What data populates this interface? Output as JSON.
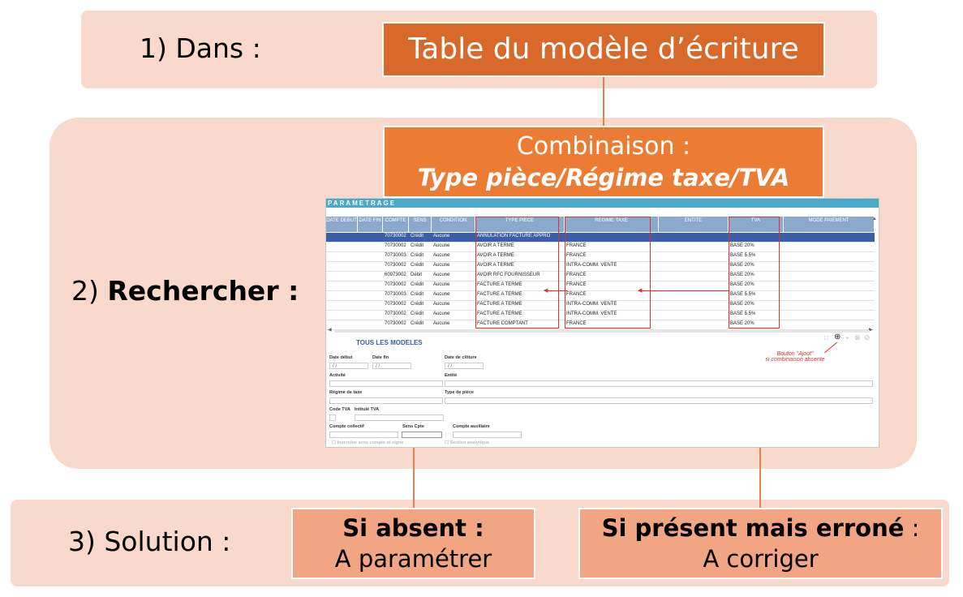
{
  "steps": {
    "step1": "1) Dans :",
    "step2_prefix": "2) ",
    "step2_bold": "Rechercher :",
    "step3": "3) Solution :"
  },
  "boxes": {
    "table_label": "Table du modèle d’écriture",
    "combination_line1": "Combinaison :",
    "combination_line2": "Type pièce/Régime taxe/TVA"
  },
  "solutions": {
    "absent_title": "Si absent :",
    "absent_action": "A paramétrer",
    "present_title_bold": "Si présent mais erroné",
    "present_title_rest": " :",
    "present_action": "A corriger"
  },
  "screenshot": {
    "title": "PARAMETRAGE",
    "columns": [
      "DATE DEBUT",
      "DATE FIN",
      "COMPTE",
      "SENS",
      "CONDITION",
      "TYPE PIECE",
      "REGIME TAXE",
      "ENTITE",
      "TVA",
      "MODE PAIEMENT"
    ],
    "rows": [
      [
        "",
        "",
        "70730002",
        "Crédit",
        "Aucune",
        "ANNULATION FACTURE APPRO",
        "",
        "",
        "",
        ""
      ],
      [
        "",
        "",
        "70730002",
        "Crédit",
        "Aucune",
        "AVOIR A TERME",
        "FRANCE",
        "",
        "BASE 20%",
        ""
      ],
      [
        "",
        "",
        "70730003",
        "Crédit",
        "Aucune",
        "AVOIR A TERME",
        "FRANCE",
        "",
        "BASE 5.5%",
        ""
      ],
      [
        "",
        "",
        "70730002",
        "Crédit",
        "Aucune",
        "AVOIR A TERME",
        "INTRA-COMM. VENTE",
        "",
        "BASE 20%",
        ""
      ],
      [
        "",
        "",
        "60973002",
        "Débit",
        "Aucune",
        "AVOIR RFC FOURNISSEUR",
        "FRANCE",
        "",
        "BASE 20%",
        ""
      ],
      [
        "",
        "",
        "70730002",
        "Crédit",
        "Aucune",
        "FACTURE A TERME",
        "FRANCE",
        "",
        "BASE 20%",
        ""
      ],
      [
        "",
        "",
        "70730003",
        "Crédit",
        "Aucune",
        "FACTURE A TERME",
        "FRANCE",
        "",
        "BASE 5.5%",
        ""
      ],
      [
        "",
        "",
        "70730002",
        "Crédit",
        "Aucune",
        "FACTURE A TERME",
        "INTRA-COMM. VENTE",
        "",
        "BASE 20%",
        ""
      ],
      [
        "",
        "",
        "70730002",
        "Crédit",
        "Aucune",
        "FACTURE A TERME",
        "INTRA-COMM. VENTE",
        "",
        "BASE 5.5%",
        ""
      ],
      [
        "",
        "",
        "70730002",
        "Crédit",
        "Aucune",
        "FACTURE COMPTANT",
        "FRANCE",
        "",
        "BASE 20%",
        ""
      ]
    ],
    "form": {
      "title": "TOUS LES MODELES",
      "date_debut": "Date début",
      "date_fin": "Date fin",
      "date_cloture": "Date de clôture",
      "date_placeholder": "/ /",
      "activite": "Activité",
      "entite": "Entité",
      "regime_taxe": "Régime de taxe",
      "type_piece": "Type de pièce",
      "code_tva": "Code TVA",
      "intitule_tva": "Intitulé TVA",
      "compte_collectif": "Compte collectif",
      "sens_cpte": "Sens Cpte",
      "compte_auxiliaire": "Compte auxiliaire",
      "inversion": "Inversion sens compte et signe",
      "section_analytique": "Section analytique"
    },
    "ajout_line1": "Bouton \"Ajout\"",
    "ajout_line2": "si combinaison absente"
  },
  "colors": {
    "panel_bg": "#f8d9cc",
    "dark_orange": "#d9692a",
    "orange": "#ec7c33",
    "solution_bg": "#f1a582",
    "header_blue": "#8aa9cc",
    "title_bar": "#4aa9c9",
    "highlight_red": "#e0302a"
  }
}
